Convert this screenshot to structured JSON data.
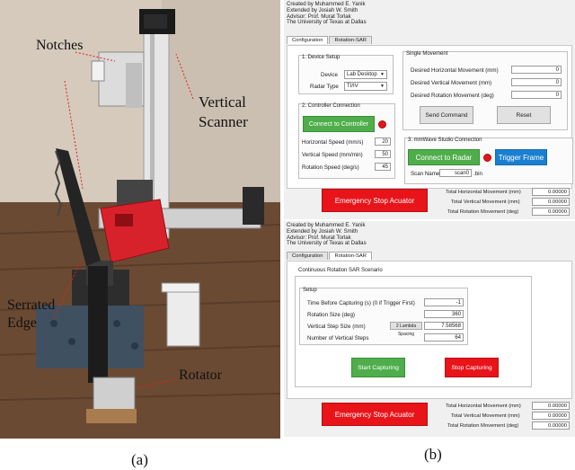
{
  "photo": {
    "annotations": {
      "notches": "Notches",
      "vertical_line1": "Vertical",
      "vertical_line2": "Scanner",
      "serrated_line1": "Serrated",
      "serrated_line2": "Edge",
      "rotator": "Rotator"
    }
  },
  "captions": {
    "a": "(a)",
    "b": "(b)"
  },
  "credits": [
    "Created by Muhammed E. Yanik",
    "Extended by Josiah W. Smith",
    "Advisor: Prof. Murat Torlak",
    "The University of Texas at Dallas"
  ],
  "tabs": [
    "Configuration",
    "Rotation-SAR"
  ],
  "config": {
    "device_setup": {
      "title": "1. Device Setup",
      "device_label": "Device",
      "device_value": "Lab Desktop",
      "radar_label": "Radar Type",
      "radar_value": "TI/IV"
    },
    "controller": {
      "title": "2. Controller Connection",
      "connect_label": "Connect to Controller",
      "horizontal_label": "Horizontal Speed (mm/s)",
      "horizontal_value": "20",
      "vertical_label": "Vertical Speed (mm/min)",
      "vertical_value": "50",
      "rotation_label": "Rotation Speed (deg/s)",
      "rotation_value": "45"
    },
    "single_movement": {
      "title": "Single Movement",
      "horizontal_label": "Desired Horizontal Movement (mm)",
      "horizontal_value": "0",
      "vertical_label": "Desired Vertical Movement (mm)",
      "vertical_value": "0",
      "rotation_label": "Desired Rotation Movement (deg)",
      "rotation_value": "0",
      "send_label": "Send Command",
      "reset_label": "Reset"
    },
    "mmwave": {
      "title": "3. mmWave Studio Connection",
      "connect_label": "Connect to Radar",
      "trigger_label": "Trigger Frame",
      "scan_name_label": "Scan Name",
      "scan_name_value": "scan0",
      "scan_ext": ".bin"
    },
    "emergency_label": "Emergency Stop Acuator"
  },
  "totals": {
    "horizontal_label": "Total Horizontal Movement (mm)",
    "horizontal_value": "0.00000",
    "vertical_label": "Total Vertical Movement (mm)",
    "vertical_value": "0.00000",
    "rotation_label": "Total Rotation Movement (deg)",
    "rotation_value": "0.00000"
  },
  "rotation": {
    "section_title": "Continuous Rotation SAR Scenario",
    "setup_title": "Setup",
    "time_label": "Time Before Capturing (s) (0 if Trigger First)",
    "time_value": "-1",
    "rotation_size_label": "Rotation Size (deg)",
    "rotation_size_value": "360",
    "vertical_step_label": "Vertical Step Size (mm)",
    "lambda_label": "2 Lambda Spacing",
    "vertical_step_value": "7.58568",
    "num_steps_label": "Number of Vertical Steps",
    "num_steps_value": "64",
    "start_label": "Start Capturing",
    "stop_label": "Stop Capturing",
    "emergency_label": "Emergency Stop Acuator"
  }
}
